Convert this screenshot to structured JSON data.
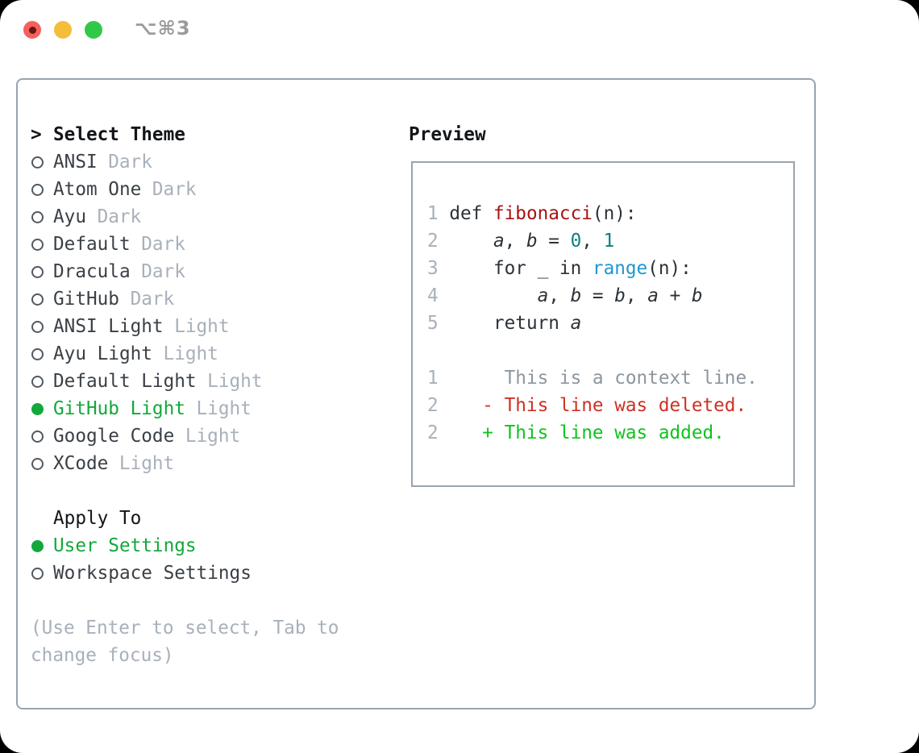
{
  "colors": {
    "sel_green": "#12a83b",
    "added_green": "#0fc31c",
    "deleted_red": "#cd3123",
    "fn_red": "#a61412",
    "num_teal": "#0e7f81",
    "builtin_blue": "#1e97cf",
    "code_dark": "#2c3238",
    "item_dark": "#3a4046",
    "header_dark": "#121519",
    "muted_gray": "#a8b0ba",
    "context_gray": "#8d969e",
    "panel_border": "#9aa4ae",
    "title_gray": "#9b9b9b",
    "traffic_red": "#f4615c",
    "traffic_red_dot": "#6d1411",
    "traffic_yellow": "#f6bd3a",
    "traffic_green": "#31c849",
    "window_bg": "#ffffff"
  },
  "titlebar": {
    "shortcut": "⌥⌘3"
  },
  "theme_picker": {
    "prompt": ">",
    "header": "Select Theme",
    "items": [
      {
        "name": "ANSI",
        "variant": "Dark",
        "selected": false
      },
      {
        "name": "Atom One",
        "variant": "Dark",
        "selected": false
      },
      {
        "name": "Ayu",
        "variant": "Dark",
        "selected": false
      },
      {
        "name": "Default",
        "variant": "Dark",
        "selected": false
      },
      {
        "name": "Dracula",
        "variant": "Dark",
        "selected": false
      },
      {
        "name": "GitHub",
        "variant": "Dark",
        "selected": false
      },
      {
        "name": "ANSI Light",
        "variant": "Light",
        "selected": false
      },
      {
        "name": "Ayu Light",
        "variant": "Light",
        "selected": false
      },
      {
        "name": "Default Light",
        "variant": "Light",
        "selected": false
      },
      {
        "name": "GitHub Light",
        "variant": "Light",
        "selected": true
      },
      {
        "name": "Google Code",
        "variant": "Light",
        "selected": false
      },
      {
        "name": "XCode",
        "variant": "Light",
        "selected": false
      }
    ]
  },
  "apply_to": {
    "header": "Apply To",
    "options": [
      {
        "label": "User Settings",
        "selected": true
      },
      {
        "label": "Workspace Settings",
        "selected": false
      }
    ]
  },
  "hint": {
    "line1": "(Use Enter to select, Tab to",
    "line2": "change focus)"
  },
  "preview": {
    "header": "Preview",
    "lines": [
      [
        {
          "text": "1 ",
          "role": "ln"
        },
        {
          "text": "def ",
          "role": "k"
        },
        {
          "text": "fibonacci",
          "role": "fn"
        },
        {
          "text": "(n):",
          "role": "k"
        }
      ],
      [
        {
          "text": "2     ",
          "role": "ln"
        },
        {
          "text": "a",
          "role": "v"
        },
        {
          "text": ", ",
          "role": "k"
        },
        {
          "text": "b",
          "role": "v"
        },
        {
          "text": " = ",
          "role": "k"
        },
        {
          "text": "0",
          "role": "num"
        },
        {
          "text": ", ",
          "role": "k"
        },
        {
          "text": "1",
          "role": "num"
        }
      ],
      [
        {
          "text": "3     ",
          "role": "ln"
        },
        {
          "text": "for _ in ",
          "role": "k"
        },
        {
          "text": "range",
          "role": "bi"
        },
        {
          "text": "(n):",
          "role": "k"
        }
      ],
      [
        {
          "text": "4         ",
          "role": "ln"
        },
        {
          "text": "a",
          "role": "v"
        },
        {
          "text": ", ",
          "role": "k"
        },
        {
          "text": "b",
          "role": "v"
        },
        {
          "text": " = ",
          "role": "k"
        },
        {
          "text": "b",
          "role": "v"
        },
        {
          "text": ", ",
          "role": "k"
        },
        {
          "text": "a",
          "role": "v"
        },
        {
          "text": " + ",
          "role": "k"
        },
        {
          "text": "b",
          "role": "v"
        }
      ],
      [
        {
          "text": "5     ",
          "role": "ln"
        },
        {
          "text": "return ",
          "role": "k"
        },
        {
          "text": "a",
          "role": "v"
        }
      ],
      [],
      [
        {
          "text": "1      ",
          "role": "ln"
        },
        {
          "text": "This is a context line.",
          "role": "ctx"
        }
      ],
      [
        {
          "text": "2    ",
          "role": "ln"
        },
        {
          "text": "- This line was deleted.",
          "role": "del"
        }
      ],
      [
        {
          "text": "2    ",
          "role": "ln"
        },
        {
          "text": "+ This line was added.",
          "role": "add"
        }
      ]
    ]
  }
}
